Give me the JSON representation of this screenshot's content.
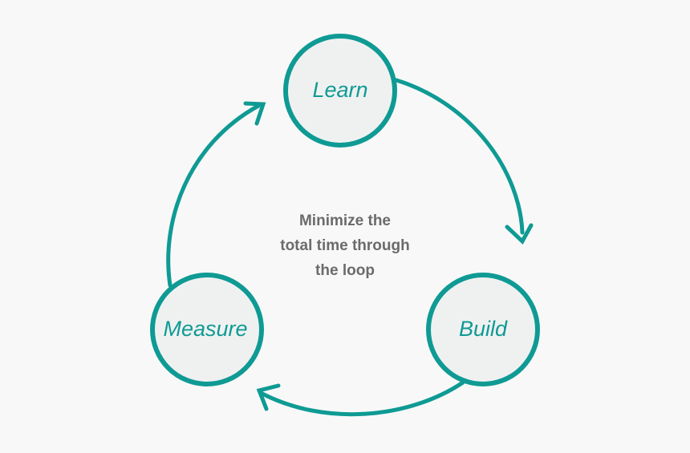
{
  "diagram": {
    "accent_color": "#0f9a94",
    "node_fill": "#eff1f1",
    "background": "#f8f8f8",
    "nodes": {
      "learn": "Learn",
      "build": "Build",
      "measure": "Measure"
    },
    "center_lines": [
      "Minimize the",
      "total time through",
      "the loop"
    ]
  }
}
